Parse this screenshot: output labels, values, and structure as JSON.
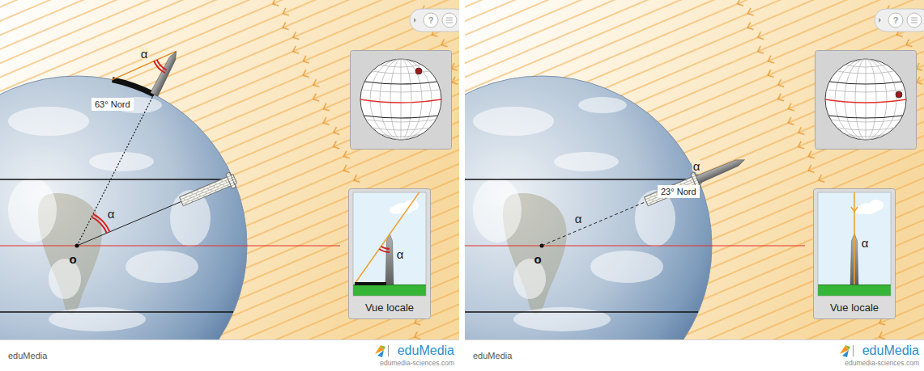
{
  "diagram": {
    "nodes": [
      {
        "text": [
          "63° Nord"
        ]
      },
      {
        "text": [
          "Vue locale"
        ]
      },
      {
        "text": [
          "23° Nord"
        ]
      },
      {
        "text": [
          "Vue locale"
        ]
      }
    ],
    "labels": [
      "?",
      "α",
      "α",
      "o",
      "α",
      "eduMedia",
      "eduMedia",
      "edumedia-sciences.com",
      "?",
      "α",
      "α",
      "o",
      "α",
      "eduMedia",
      "eduMedia",
      "edumedia-sciences.com"
    ]
  }
}
